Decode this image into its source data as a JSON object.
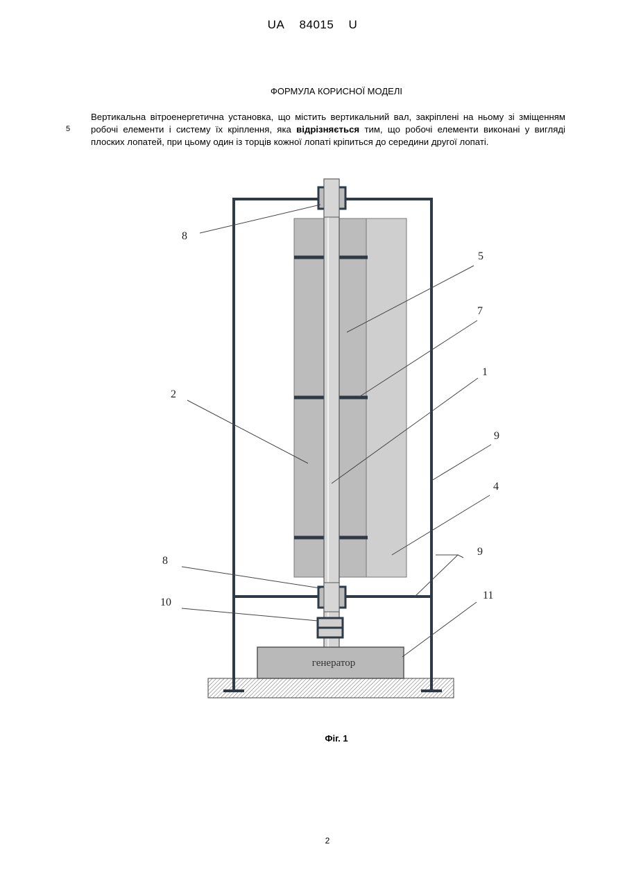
{
  "header": {
    "country": "UA",
    "number": "84015",
    "kind": "U"
  },
  "section_title": "ФОРМУЛА КОРИСНОЇ МОДЕЛІ",
  "line_number": "5",
  "claim": {
    "part1": "Вертикальна вітроенергетична установка, що містить вертикальний вал, закріплені на ньому зі зміщенням робочі елементи і систему їх кріплення, яка ",
    "emphasis": "відрізняється",
    "part2": " тим, що робочі елементи виконані у вигляді плоских лопатей, при цьому один із торців кожної лопаті кріпиться до середини другої лопаті."
  },
  "figure": {
    "generator_label": "генератор",
    "labels": {
      "l8_top": "8",
      "l5": "5",
      "l7": "7",
      "l1": "1",
      "l2": "2",
      "l9_mid": "9",
      "l4": "4",
      "l9_low": "9",
      "l8_low": "8",
      "l11": "11",
      "l10": "10"
    },
    "caption": "Фіг. 1"
  },
  "page_number": "2"
}
